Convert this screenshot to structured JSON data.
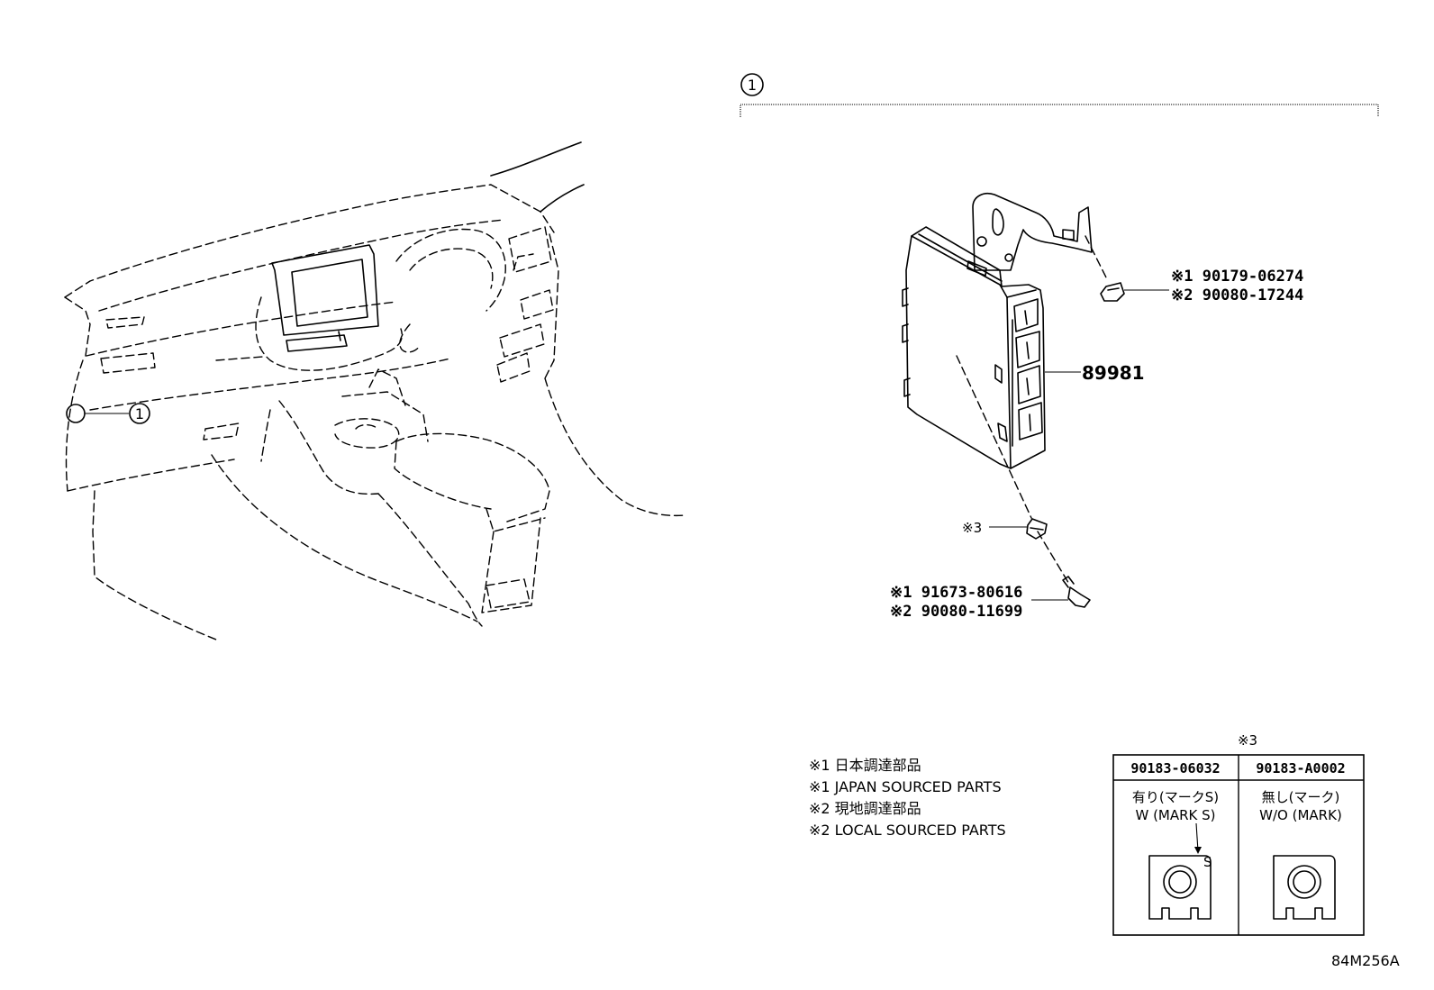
{
  "callouts": {
    "assembly_ref": "1",
    "dashboard_ref": "1"
  },
  "parts": {
    "main_unit": "89981",
    "nut_1": "※1 90179-06274",
    "nut_2": "※2 90080-17244",
    "clip_ref": "※3",
    "bolt_1": "※1 91673-80616",
    "bolt_2": "※2 90080-11699"
  },
  "notes": [
    "※1 日本調達部品",
    "※1 JAPAN SOURCED PARTS",
    "※2 現地調達部品",
    "※2 LOCAL SOURCED PARTS"
  ],
  "table": {
    "ref": "※3",
    "columns": [
      {
        "part": "90183-06032",
        "jp": "有り(マークS)",
        "en": "W (MARK S)",
        "mark": "S"
      },
      {
        "part": "90183-A0002",
        "jp": "無し(マーク)",
        "en": "W/O (MARK)"
      }
    ]
  },
  "figure_code": "84M256A"
}
